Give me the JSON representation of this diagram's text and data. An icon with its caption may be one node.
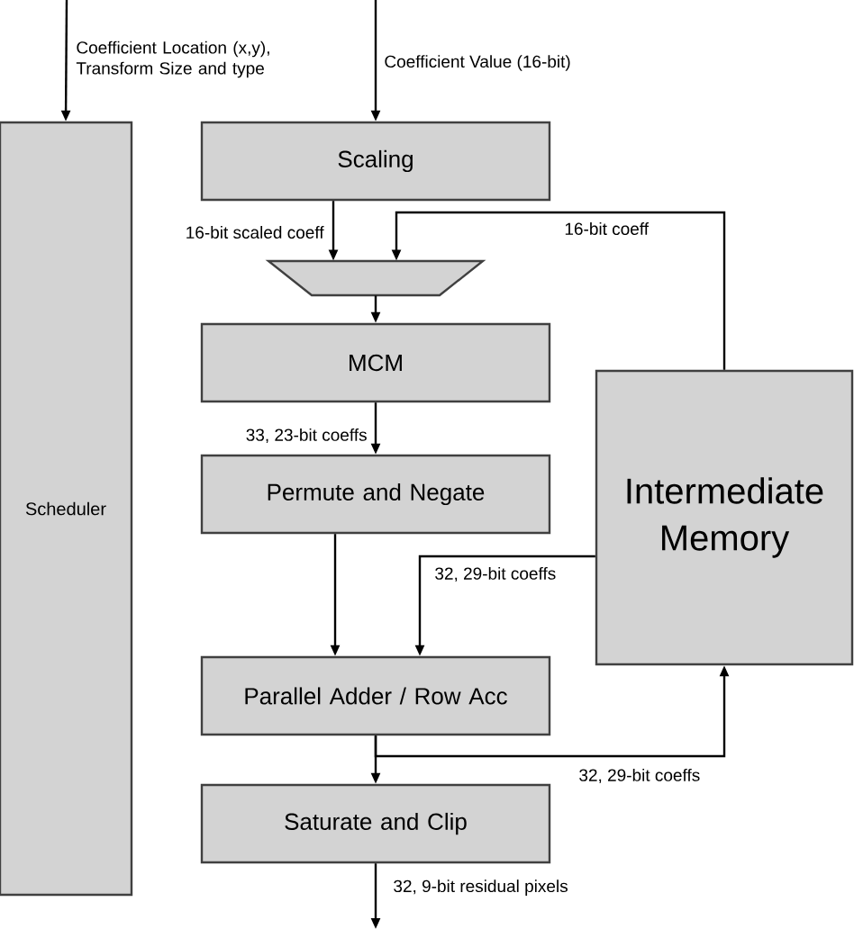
{
  "diagram": {
    "nodes": [
      {
        "text": [
          "Scheduler"
        ]
      },
      {
        "text": [
          "Scaling"
        ]
      },
      {
        "text": [],
        "shape": "trapezoid"
      },
      {
        "text": [
          "MCM"
        ]
      },
      {
        "text": [
          "Permute and Negate"
        ]
      },
      {
        "text": [
          "Parallel Adder / Row Acc"
        ]
      },
      {
        "text": [
          "Saturate and Clip"
        ]
      },
      {
        "text": [
          "Intermediate Memory"
        ]
      }
    ],
    "edges": [
      {
        "from": null,
        "to": 0,
        "arrow": "to",
        "label": "Coefficient Location (x,y), Transform Size and type"
      },
      {
        "from": null,
        "to": 1,
        "arrow": "to",
        "label": "Coefficient Value (16-bit)"
      },
      {
        "from": 1,
        "to": 2,
        "arrow": "to",
        "label": "16-bit scaled coeff"
      },
      {
        "from": 7,
        "to": 2,
        "arrow": "to",
        "label": "16-bit coeff"
      },
      {
        "from": 2,
        "to": 3,
        "arrow": "to"
      },
      {
        "from": 3,
        "to": 4,
        "arrow": "to",
        "label": "33, 23-bit coeffs"
      },
      {
        "from": 4,
        "to": 5,
        "arrow": "to"
      },
      {
        "from": 7,
        "to": 5,
        "arrow": "to",
        "label": "32, 29-bit coeffs"
      },
      {
        "from": 5,
        "to": 6,
        "arrow": "to"
      },
      {
        "from": 5,
        "to": 7,
        "arrow": "to",
        "label": "32, 29-bit coeffs"
      },
      {
        "from": 6,
        "to": null,
        "arrow": "to",
        "label": "32, 9-bit residual pixels"
      }
    ]
  }
}
